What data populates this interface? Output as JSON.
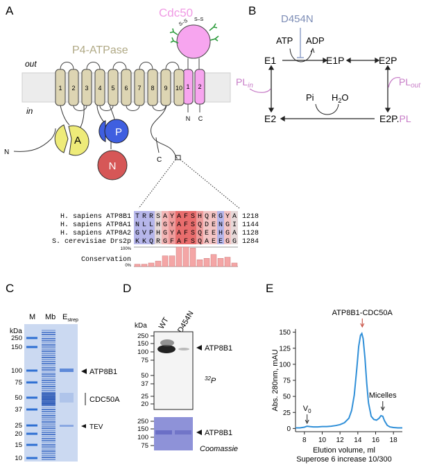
{
  "panels": {
    "A": "A",
    "B": "B",
    "C": "C",
    "D": "D",
    "E": "E"
  },
  "panel_a": {
    "cdc50_label": "Cdc50",
    "p4_label": "P4-ATPase",
    "out_label": "out",
    "in_label": "in",
    "tm_numbers": [
      "1",
      "2",
      "3",
      "4",
      "5",
      "6",
      "7",
      "8",
      "9",
      "10"
    ],
    "cdc_tm_numbers": [
      "1",
      "2"
    ],
    "domain_A": "A",
    "domain_P": "P",
    "domain_N": "N",
    "n_term": "N",
    "c_term": "C",
    "cdc_n": "N",
    "cdc_c": "C",
    "ss1": "S–S",
    "ss2": "S–S",
    "alignment": {
      "rows": [
        {
          "species": "H. sapiens ATP8B1",
          "seq": "TRRSAYAFSHQRGYA",
          "end": "1218"
        },
        {
          "species": "H. sapiens ATP8A1",
          "seq": "NLLHGYAFSQDENGI",
          "end": "1144"
        },
        {
          "species": "H. sapiens ATP8A2",
          "seq": "GVPHGYAFSQEEHGA",
          "end": "1128"
        },
        {
          "species": "S. cerevisiae Drs2p",
          "seq": "KKQRGFAFSQAEEGG",
          "end": "1284"
        }
      ],
      "conservation_label": "Conservation",
      "pct_top": "100%",
      "pct_bottom": "0%",
      "conservation_values": [
        0.12,
        0.12,
        0.18,
        0.28,
        0.55,
        0.55,
        1.0,
        1.0,
        0.95,
        0.35,
        0.42,
        0.62,
        0.42,
        0.48,
        0.18
      ]
    }
  },
  "panel_b": {
    "mutant": "D454N",
    "atp": "ATP",
    "adp": "ADP",
    "e1": "E1",
    "e1p": "E1P",
    "e2p": "E2P",
    "e2": "E2",
    "e2ppl_main": "E2P.",
    "e2ppl_pl": "PL",
    "pl_in_main": "PL",
    "pl_in_sub": "in",
    "pl_out_main": "PL",
    "pl_out_sub": "out",
    "pi": "Pi",
    "h2o_h": "H",
    "h2o_2": "2",
    "h2o_o": "O"
  },
  "panel_c": {
    "lanes": [
      "M",
      "Mb",
      "E"
    ],
    "strep_sub": "strep",
    "kda": "kDa",
    "markers": [
      "250",
      "150",
      "100",
      "75",
      "50",
      "37",
      "25",
      "20",
      "15",
      "10"
    ],
    "labels": {
      "atp8b1": "ATP8B1",
      "cdc50a": "CDC50A",
      "tev": "TEV"
    }
  },
  "panel_d": {
    "kda": "kDa",
    "lanes": [
      "WT",
      "D454N"
    ],
    "markers_top": [
      "250",
      "150",
      "100",
      "75",
      "50",
      "37",
      "25",
      "20"
    ],
    "markers_bottom": [
      "250",
      "150",
      "100",
      "75"
    ],
    "atp8b1_top": "ATP8B1",
    "atp8b1_bottom": "ATP8B1",
    "p32_sup": "32",
    "p32_P": "P",
    "coomassie": "Coomassie"
  },
  "chart_data": {
    "type": "line",
    "title": "",
    "xlabel": "Elution volume, ml",
    "xlabel2": "Superose 6 increase 10/300",
    "ylabel": "Abs. 280nm, mAU",
    "xlim": [
      7,
      19
    ],
    "ylim": [
      -5,
      155
    ],
    "xticks": [
      8,
      10,
      12,
      14,
      16,
      18
    ],
    "yticks": [
      0,
      25,
      50,
      75,
      100,
      125,
      150
    ],
    "annotations": [
      {
        "text": "ATP8B1-CDC50A",
        "x": 14.5
      },
      {
        "text": "V",
        "sub": "0",
        "x": 8.3
      },
      {
        "text": "Micelles",
        "x": 16.8
      }
    ],
    "series": [
      {
        "color": "#2f8fd8",
        "x": [
          7.0,
          7.5,
          8.0,
          8.3,
          8.6,
          9.0,
          9.5,
          10.0,
          10.5,
          11.0,
          11.5,
          12.0,
          12.5,
          13.0,
          13.3,
          13.6,
          13.9,
          14.1,
          14.3,
          14.45,
          14.6,
          14.8,
          15.0,
          15.2,
          15.5,
          15.8,
          16.1,
          16.4,
          16.6,
          16.8,
          17.0,
          17.3,
          17.6,
          18.0,
          18.5,
          19.0
        ],
        "y": [
          1,
          1,
          2,
          3.5,
          3,
          2.5,
          2.5,
          3,
          3,
          3.5,
          4.5,
          6,
          9,
          16,
          28,
          52,
          95,
          128,
          145,
          148,
          140,
          110,
          70,
          40,
          19,
          14,
          13,
          16,
          20,
          19,
          12,
          5,
          2.5,
          1.5,
          1,
          1
        ]
      }
    ]
  }
}
